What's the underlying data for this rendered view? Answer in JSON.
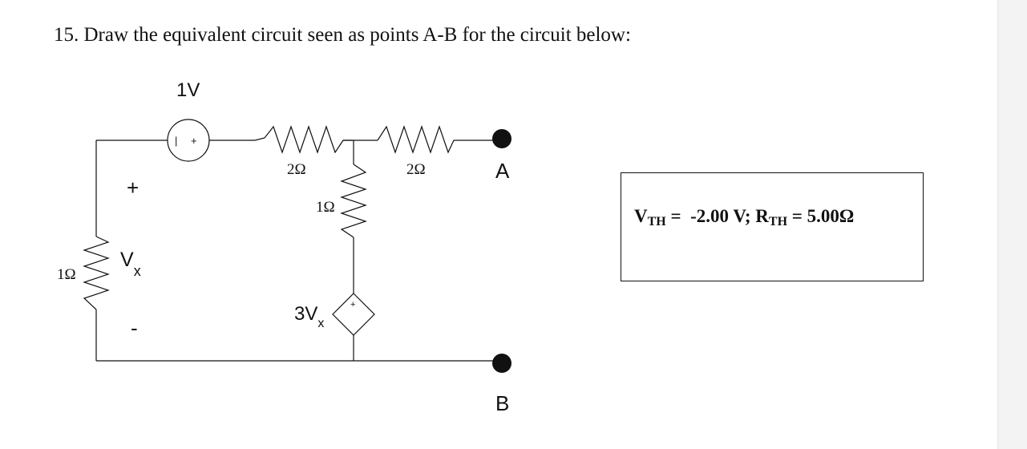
{
  "question": {
    "text": "15. Draw the equivalent circuit seen as points A-B for the circuit below:"
  },
  "circuit": {
    "voltage_source_label": "1V",
    "resistor_top_left_label": "2Ω",
    "resistor_top_right_label": "2Ω",
    "resistor_middle_label": "1Ω",
    "resistor_left_label": "1Ω",
    "vx_plus_label": "+",
    "vx_label": "V",
    "vx_subscript": "x",
    "vx_minus_label": "-",
    "dependent_source_label": "3V",
    "dependent_source_subscript": "x",
    "terminal_a_label": "A",
    "terminal_b_label": "B",
    "source_plus": "+",
    "source_minus": "|"
  },
  "answer": {
    "v_symbol": "V",
    "v_sub": "TH",
    "v_value": " =  -2.00 V; ",
    "r_symbol": "R",
    "r_sub": "TH",
    "r_value": " = 5.00Ω"
  }
}
